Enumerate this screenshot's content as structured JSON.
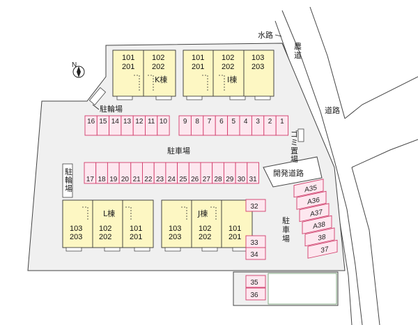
{
  "compass": {
    "label": "N"
  },
  "roads": {
    "water": "水路",
    "farm": "農道",
    "road": "道路",
    "dev": "開発道路"
  },
  "areas": {
    "bicycle_top": "駐輪場",
    "bicycle_left": "駐輪場",
    "parking_center": "駐車場",
    "parking_right": "駐車場",
    "garbage": "ゴミ置場"
  },
  "buildings": {
    "K": {
      "label": "K棟",
      "units": [
        "101",
        "201",
        "102",
        "202"
      ]
    },
    "I": {
      "label": "I棟",
      "units": [
        "101",
        "201",
        "102",
        "202",
        "103",
        "203"
      ]
    },
    "L": {
      "label": "L棟",
      "units": [
        "103",
        "203",
        "102",
        "202",
        "101",
        "201"
      ]
    },
    "J": {
      "label": "J棟",
      "units": [
        "103",
        "203",
        "102",
        "202",
        "101",
        "201"
      ]
    }
  },
  "parking": {
    "top_left": [
      "16",
      "15",
      "14",
      "13",
      "12",
      "11",
      "10"
    ],
    "top_right": [
      "9",
      "8",
      "7",
      "6",
      "5",
      "4",
      "3",
      "2",
      "1"
    ],
    "bottom": [
      "17",
      "18",
      "19",
      "20",
      "21",
      "22",
      "23",
      "24",
      "25",
      "26",
      "27",
      "28",
      "29",
      "30",
      "31"
    ],
    "singles": [
      "32",
      "33",
      "34",
      "35",
      "36"
    ],
    "diagonal": [
      "A35",
      "A36",
      "A37",
      "A38",
      "38",
      "37"
    ]
  },
  "colors": {
    "building": "#fdf7c3",
    "stall_stroke": "#d23b6a",
    "stall_fill": "#fde7ef",
    "ground": "#f0f0f0"
  }
}
